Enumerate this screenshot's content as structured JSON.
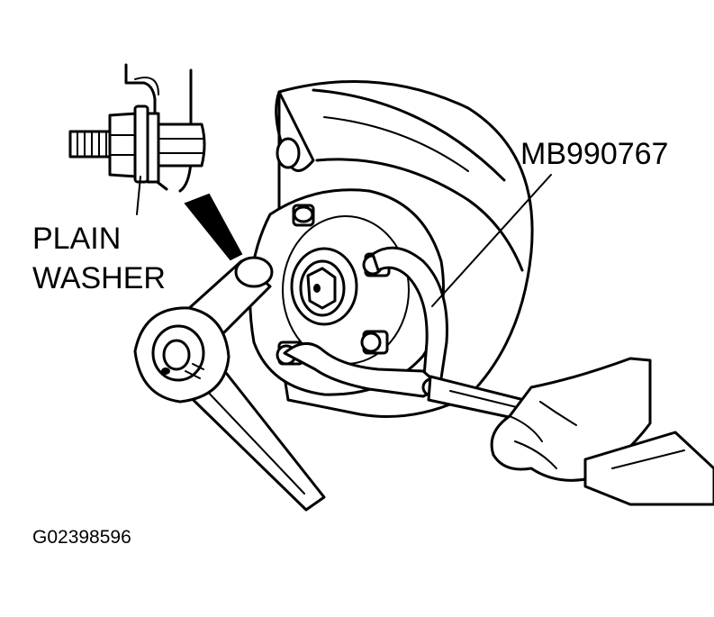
{
  "labels": {
    "part_number": "MB990767",
    "washer_line1": "PLAIN",
    "washer_line2": "WASHER",
    "figure_id": "G02398596"
  },
  "colors": {
    "ink": "#000000",
    "paper": "#ffffff"
  }
}
